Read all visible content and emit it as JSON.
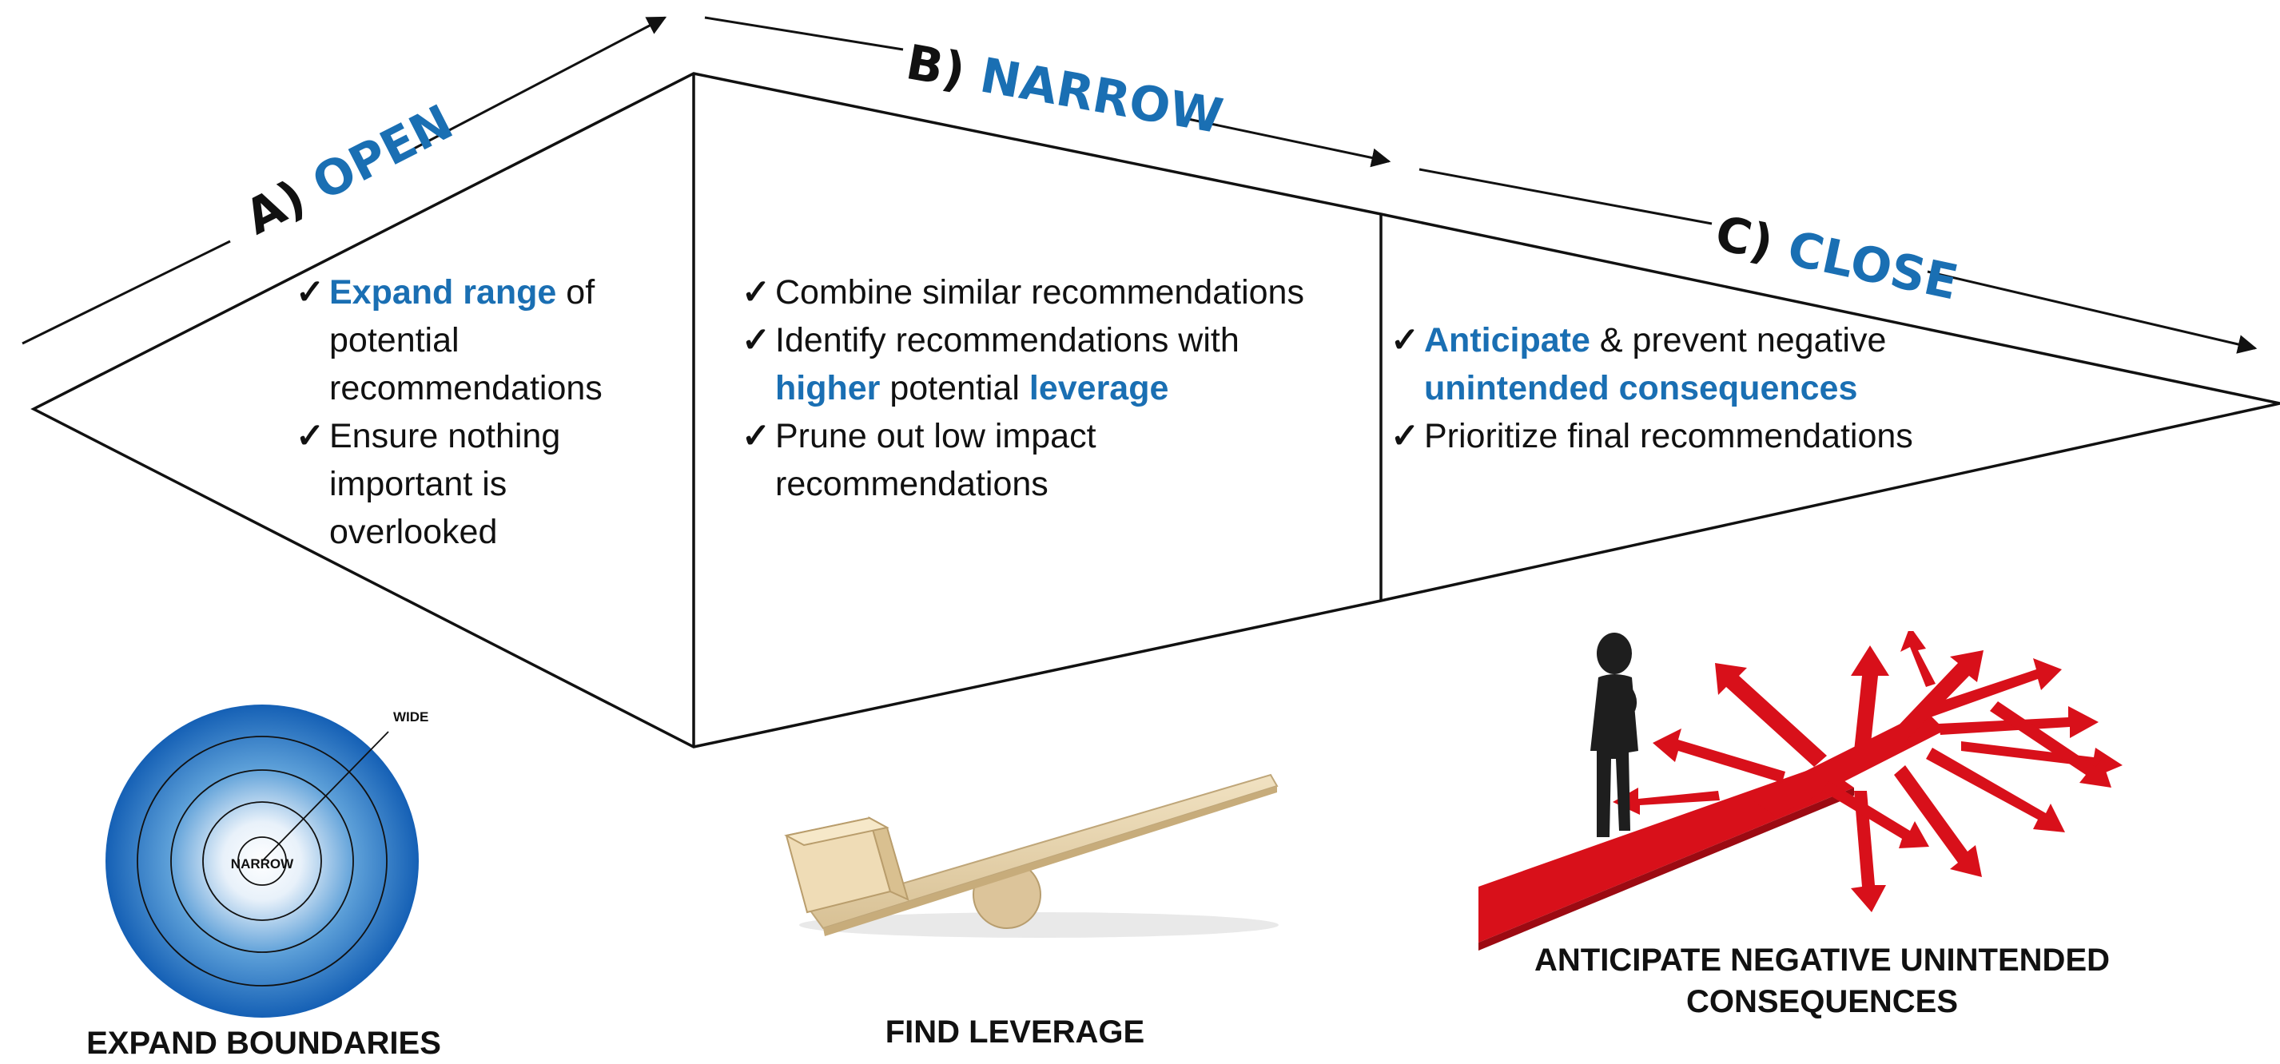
{
  "phases": [
    {
      "letter": "A)",
      "word": "OPEN"
    },
    {
      "letter": "B)",
      "word": "NARROW"
    },
    {
      "letter": "C)",
      "word": "CLOSE"
    }
  ],
  "open_bullets": [
    {
      "parts": [
        {
          "t": "Expand range",
          "hl": true
        },
        {
          "t": " of potential recommendations",
          "hl": false
        }
      ]
    },
    {
      "parts": [
        {
          "t": "Ensure nothing important is overlooked",
          "hl": false
        }
      ]
    }
  ],
  "narrow_bullets": [
    {
      "parts": [
        {
          "t": "Combine similar recommendations",
          "hl": false
        }
      ]
    },
    {
      "parts": [
        {
          "t": "Identify recommendations with ",
          "hl": false
        },
        {
          "t": "higher",
          "hl": true
        },
        {
          "t": " potential ",
          "hl": false
        },
        {
          "t": "leverage",
          "hl": true
        }
      ]
    },
    {
      "parts": [
        {
          "t": "Prune out low impact recommendations",
          "hl": false
        }
      ]
    }
  ],
  "close_bullets": [
    {
      "parts": [
        {
          "t": "Anticipate",
          "hl": true
        },
        {
          "t": " & prevent negative ",
          "hl": false
        },
        {
          "t": "unintended consequences",
          "hl": true
        }
      ]
    },
    {
      "parts": [
        {
          "t": "Prioritize final recommendations",
          "hl": false
        }
      ]
    }
  ],
  "check_glyph": "✓",
  "target": {
    "wide": "WIDE",
    "narrow": "NARROW"
  },
  "captions": {
    "expand": "EXPAND BOUNDARIES",
    "leverage": "FIND LEVERAGE",
    "anticipate_line1": "ANTICIPATE NEGATIVE UNINTENDED",
    "anticipate_line2": "CONSEQUENCES"
  },
  "colors": {
    "accent": "#1a6fb3",
    "arrow_red": "#d8101a",
    "target_blue": "#1c6fc4"
  }
}
